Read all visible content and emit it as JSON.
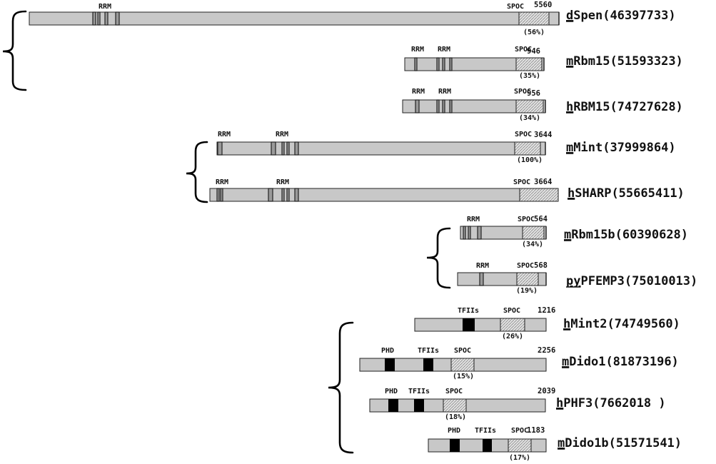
{
  "proteins": [
    {
      "id": "dspen",
      "prefix": "d",
      "name": "Spen",
      "accession": "(46397733)",
      "length": "5560",
      "pct": "(56%)",
      "labels": [
        {
          "text": "RRM",
          "at": 147
        },
        {
          "text": "SPOC",
          "at": 722
        }
      ]
    },
    {
      "id": "mrbm15",
      "prefix": "m",
      "name": "Rbm15",
      "accession": "(51593323)",
      "length": "946",
      "pct": "(35%)",
      "labels": [
        {
          "text": "RRM",
          "at": 585
        },
        {
          "text": "RRM",
          "at": 622
        },
        {
          "text": "SPOC",
          "at": 733
        }
      ]
    },
    {
      "id": "hrbm15",
      "prefix": "h",
      "name": "RBM15",
      "accession": "(74727628)",
      "length": "956",
      "pct": "(34%)",
      "labels": [
        {
          "text": "RRM",
          "at": 586
        },
        {
          "text": "RRM",
          "at": 623
        },
        {
          "text": "SPOC",
          "at": 732
        }
      ]
    },
    {
      "id": "mmint",
      "prefix": "m",
      "name": "Mint",
      "accession": "(37999864)",
      "length": "3644",
      "pct": "(100%)",
      "labels": [
        {
          "text": "RRM",
          "at": 314
        },
        {
          "text": "RRM",
          "at": 395
        },
        {
          "text": "SPOC",
          "at": 733
        }
      ]
    },
    {
      "id": "hsharp",
      "prefix": "h",
      "name": "SHARP",
      "accession": "(55665411)",
      "length": "3664",
      "pct": "",
      "labels": [
        {
          "text": "RRM",
          "at": 311
        },
        {
          "text": "RRM",
          "at": 396
        },
        {
          "text": "SPOC",
          "at": 731
        }
      ]
    },
    {
      "id": "mrbm15b",
      "prefix": "m",
      "name": "Rbm15b",
      "accession": "(60390628)",
      "length": "564",
      "pct": "(34%)",
      "labels": [
        {
          "text": "RRM",
          "at": 663
        },
        {
          "text": "SPOC",
          "at": 737
        }
      ]
    },
    {
      "id": "pypfemp3",
      "prefix": "py",
      "name": "PFEMP3",
      "accession": "(75010013)",
      "length": "568",
      "pct": "(19%)",
      "labels": [
        {
          "text": "RRM",
          "at": 676
        },
        {
          "text": "SPOC",
          "at": 736
        }
      ]
    },
    {
      "id": "hmint2",
      "prefix": "h",
      "name": "Mint2",
      "accession": "(74749560)",
      "length": "1216",
      "pct": "(26%)",
      "labels": [
        {
          "text": "TFIIs",
          "at": 656
        },
        {
          "text": "SPOC",
          "at": 717
        }
      ]
    },
    {
      "id": "mdido1",
      "prefix": "m",
      "name": "Dido1",
      "accession": "(81873196)",
      "length": "2256",
      "pct": "(15%)",
      "labels": [
        {
          "text": "PHD",
          "at": 543
        },
        {
          "text": "TFIIs",
          "at": 600
        },
        {
          "text": "SPOC",
          "at": 648
        }
      ]
    },
    {
      "id": "hphf3",
      "prefix": "h",
      "name": "PHF3",
      "accession": "(7662018 )",
      "length": "2039",
      "pct": "(18%)",
      "labels": [
        {
          "text": "PHD",
          "at": 548
        },
        {
          "text": "TFIIs",
          "at": 587
        },
        {
          "text": "SPOC",
          "at": 636
        }
      ]
    },
    {
      "id": "mdido1b",
      "prefix": "m",
      "name": "Dido1b",
      "accession": "(51571541)",
      "length": "1183",
      "pct": "(17%)",
      "labels": [
        {
          "text": "PHD",
          "at": 636
        },
        {
          "text": "TFIIs",
          "at": 680
        },
        {
          "text": "SPOC",
          "at": 728
        }
      ]
    }
  ],
  "colors": {
    "backbone": "#c8c8c8",
    "spoc_hatch": "#9a9a9a",
    "tfiis_phd": "#000000",
    "outline": "#222222"
  }
}
